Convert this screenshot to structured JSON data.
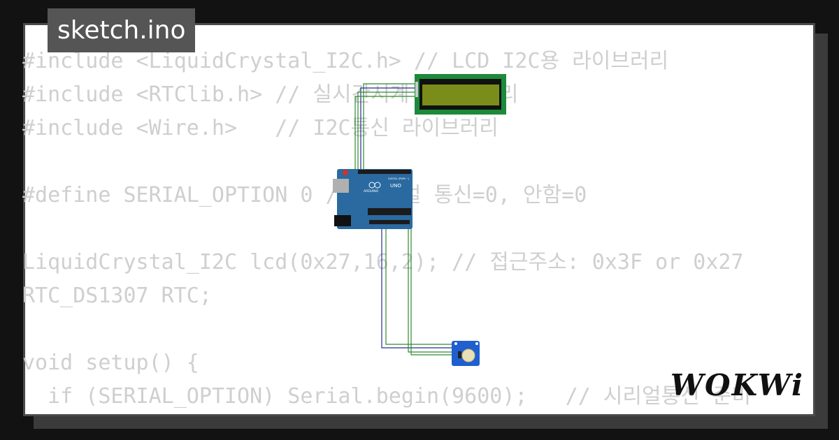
{
  "title_tab": "sketch.ino",
  "brand": "WOKWi",
  "code_lines": [
    "#include <LiquidCrystal_I2C.h> // LCD I2C용 라이브러리",
    "#include <RTClib.h> // 실시간시계 라이브러리",
    "#include <Wire.h>   // I2C통신 라이브러리",
    "",
    "#define SERIAL_OPTION 0 // 시리얼 통신=0, 안함=0",
    "",
    "LiquidCrystal_I2C lcd(0x27,16,2); // 접근주소: 0x3F or 0x27",
    "RTC_DS1307 RTC;",
    "",
    "void setup() {",
    "  if (SERIAL_OPTION) Serial.begin(9600);   // 시리얼통신 준비"
  ],
  "board": {
    "name": "UNO",
    "brand": "ARDUINO",
    "pin_header": "DIGITAL (PWM ~)"
  },
  "colors": {
    "board_blue": "#2a6aa0",
    "lcd_green": "#1c8a3a",
    "lcd_screen": "#7a8c1a",
    "wire_green": "#2f8a2f",
    "wire_blue": "#2a2a9a",
    "rtc_blue": "#1f5fcf"
  }
}
